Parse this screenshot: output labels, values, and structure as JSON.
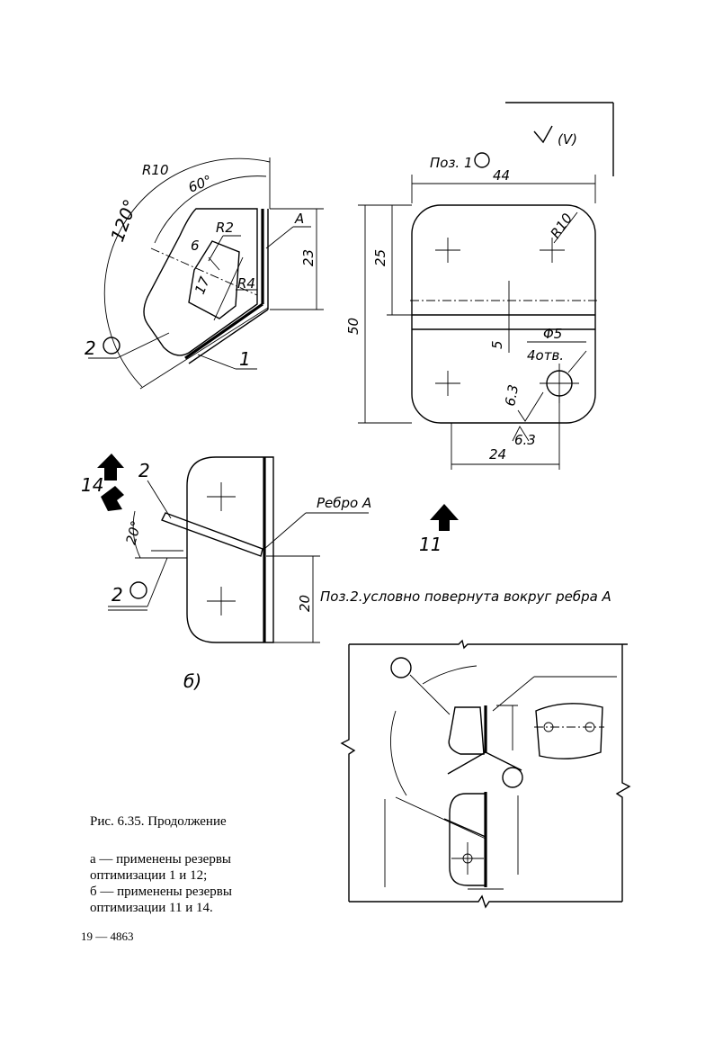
{
  "part_detail": {
    "radius_main": "R10",
    "angle_60": "60°",
    "angle_120": "120°",
    "radius_inner": "R2",
    "width_6": "6",
    "length_17": "17",
    "radius_r4": "R4",
    "label_a": "A",
    "height_23": "23",
    "callout_2": "2",
    "callout_1": "1"
  },
  "plate_view": {
    "roughness": "(V)",
    "pos_label": "Поз. 1",
    "width_44": "44",
    "radius_r10": "R10",
    "height_25": "25",
    "height_50": "50",
    "slot_5": "5",
    "hole_dia": "Φ5",
    "hole_count": "4отв.",
    "rough_left": "6.3",
    "rough_bottom": "6.3",
    "spacing_24": "24"
  },
  "view_b": {
    "callout_2": "2",
    "arrow_14": "14",
    "rib_label": "Ребро А",
    "angle_20": "20°",
    "callout_2_bottom": "2",
    "height_20": "20",
    "arrow_11": "11",
    "note": "Поз.2.условно повернута вокруг ребра А",
    "subfigure": "б)"
  },
  "caption": {
    "title": "Рис. 6.35. Продолжение",
    "line_a1": "а — применены резервы",
    "line_a2": "оптимизации 1 и 12;",
    "line_b1": "б — применены резервы",
    "line_b2": "оптимизации 11 и 14."
  },
  "page_footer": "19 — 4863"
}
